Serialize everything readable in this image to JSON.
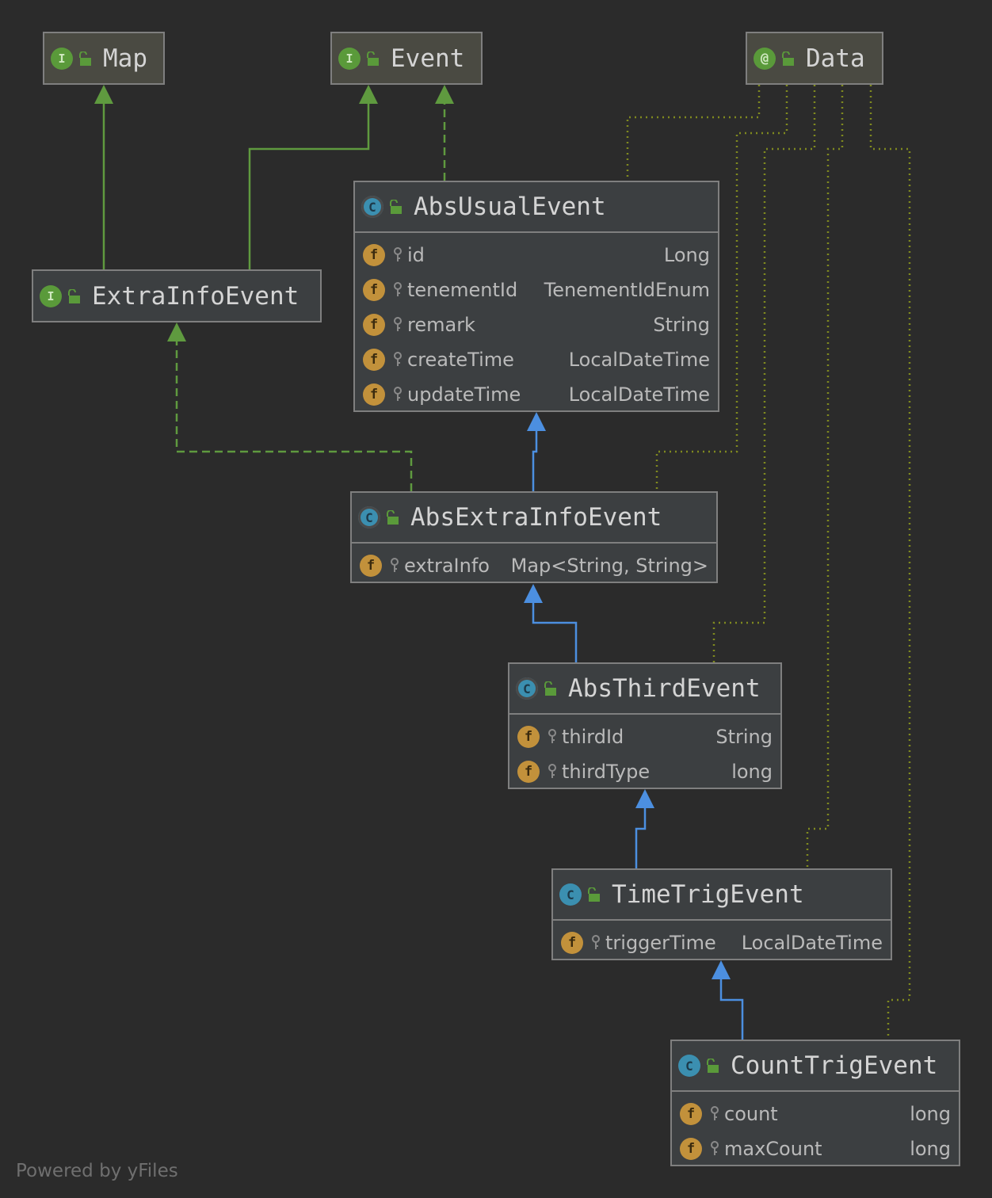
{
  "colors": {
    "background": "#2b2b2b",
    "node_fill": "#3c3f41",
    "interface_fill": "#4a4a42",
    "border": "#7f7f7f",
    "implements_edge": "#5f9a3f",
    "extends_edge": "#4c8fe0",
    "annotation_edge": "#7f8a1f",
    "field_badge": "#c2913b",
    "class_badge": "#3b8fb0",
    "interface_badge": "#5a9a3a"
  },
  "nodes": {
    "map": {
      "title": "Map",
      "badge": "I",
      "icon": "interface-icon"
    },
    "event": {
      "title": "Event",
      "badge": "I",
      "icon": "interface-icon"
    },
    "data": {
      "title": "Data",
      "badge": "@",
      "icon": "annotation-icon"
    },
    "extra_info_event": {
      "title": "ExtraInfoEvent",
      "badge": "I",
      "icon": "interface-icon"
    },
    "abs_usual_event": {
      "title": "AbsUsualEvent",
      "badge": "C",
      "icon": "abstract-class-icon",
      "fields": [
        {
          "name": "id",
          "type": "Long"
        },
        {
          "name": "tenementId",
          "type": "TenementIdEnum"
        },
        {
          "name": "remark",
          "type": "String"
        },
        {
          "name": "createTime",
          "type": "LocalDateTime"
        },
        {
          "name": "updateTime",
          "type": "LocalDateTime"
        }
      ]
    },
    "abs_extra_info_event": {
      "title": "AbsExtraInfoEvent",
      "badge": "C",
      "icon": "abstract-class-icon",
      "fields": [
        {
          "name": "extraInfo",
          "type": "Map<String, String>"
        }
      ]
    },
    "abs_third_event": {
      "title": "AbsThirdEvent",
      "badge": "C",
      "icon": "abstract-class-icon",
      "fields": [
        {
          "name": "thirdId",
          "type": "String"
        },
        {
          "name": "thirdType",
          "type": "long"
        }
      ]
    },
    "time_trig_event": {
      "title": "TimeTrigEvent",
      "badge": "C",
      "icon": "class-icon",
      "fields": [
        {
          "name": "triggerTime",
          "type": "LocalDateTime"
        }
      ]
    },
    "count_trig_event": {
      "title": "CountTrigEvent",
      "badge": "C",
      "icon": "class-icon",
      "fields": [
        {
          "name": "count",
          "type": "long"
        },
        {
          "name": "maxCount",
          "type": "long"
        }
      ]
    }
  },
  "field_badge": "f",
  "footer": "Powered by yFiles"
}
